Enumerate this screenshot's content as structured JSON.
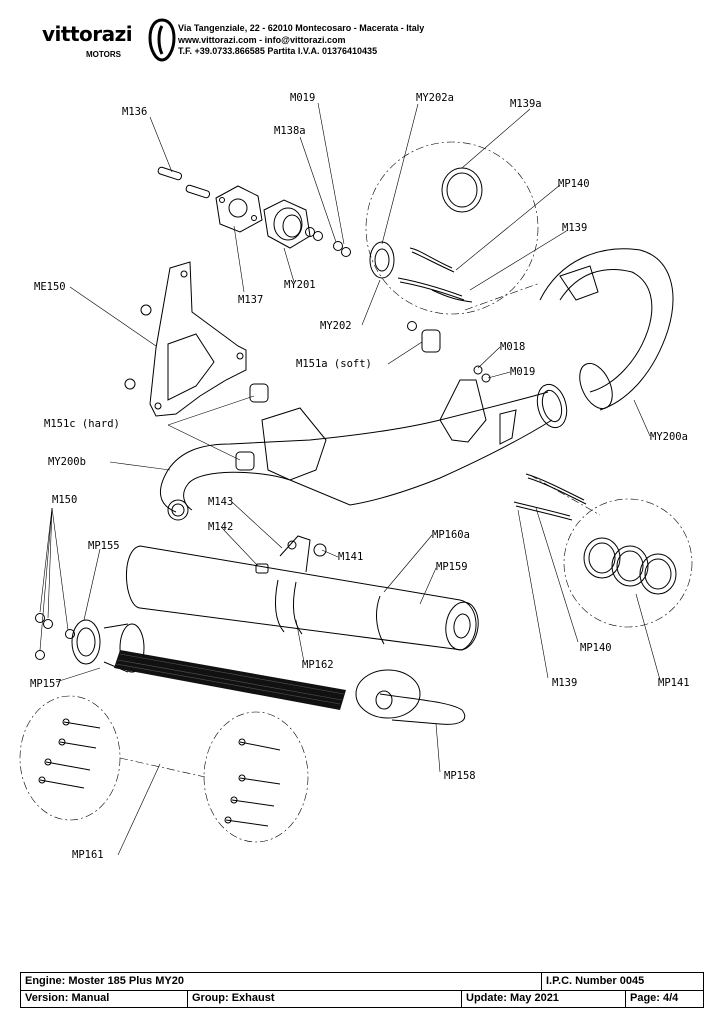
{
  "header": {
    "brand": "vittorazi",
    "brand_sub": "MOTORS",
    "address_line1": "Via Tangenziale, 22 - 62010 Montecosaro - Macerata - Italy",
    "address_line2": "www.vittorazi.com - info@vittorazi.com",
    "address_line3": "T.F. +39.0733.866585 Partita I.V.A. 01376410435"
  },
  "labels": {
    "M136": "M136",
    "M019_top": "M019",
    "M138a": "M138a",
    "MY202a": "MY202a",
    "M139a": "M139a",
    "MP140_top": "MP140",
    "M139_top": "M139",
    "ME150": "ME150",
    "M137": "M137",
    "MY201": "MY201",
    "MY202": "MY202",
    "M151a": "M151a (soft)",
    "M018": "M018",
    "M019_mid": "M019",
    "M151c": "M151c (hard)",
    "MY200a": "MY200a",
    "MY200b": "MY200b",
    "M150": "M150",
    "M143": "M143",
    "M142": "M142",
    "M141": "M141",
    "MP160a": "MP160a",
    "MP155": "MP155",
    "MP159": "MP159",
    "MP162": "MP162",
    "MP140_bot": "MP140",
    "MP157": "MP157",
    "M139_bot": "M139",
    "MP141": "MP141",
    "MP158": "MP158",
    "MP161": "MP161"
  },
  "footer": {
    "engine": "Engine: Moster 185 Plus MY20",
    "ipc": "I.P.C. Number 0045",
    "version": "Version: Manual",
    "group": "Group: Exhaust",
    "update": "Update: May 2021",
    "page": "Page: 4/4"
  }
}
